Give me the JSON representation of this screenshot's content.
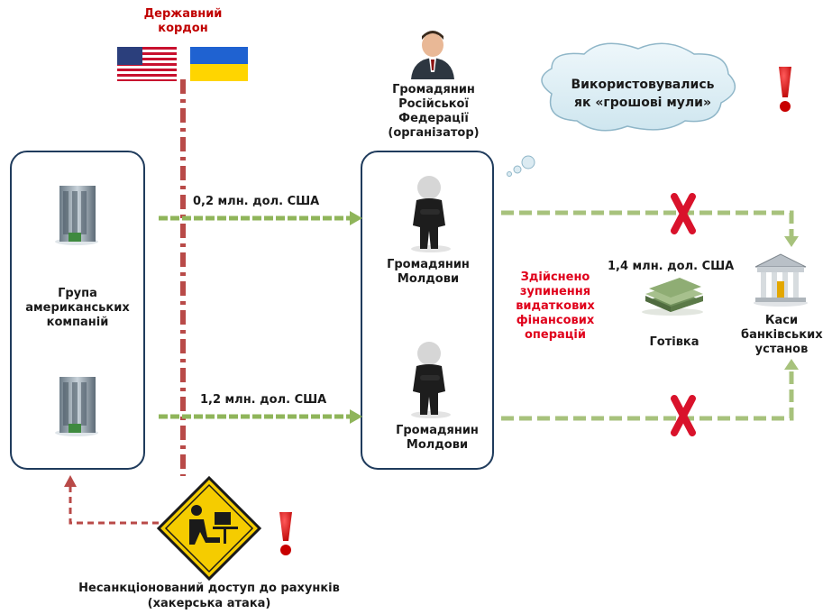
{
  "border": {
    "label": "Державний кордон"
  },
  "organizer": {
    "label": "Громадянин Російської Федерації (організатор)"
  },
  "cloud": {
    "text": "Використовувались як «грошові мули»"
  },
  "companies": {
    "label": "Група американських компаній"
  },
  "transfers": {
    "top_amount": "0,2 млн. дол. США",
    "bottom_amount": "1,2 млн. дол. США"
  },
  "mules": {
    "top_label": "Громадянин Молдови",
    "bottom_label": "Громадянин Молдови"
  },
  "stopped": {
    "text": "Здійснено зупинення видаткових фінансових операцій"
  },
  "cash": {
    "amount": "1,4 млн. дол. США",
    "label": "Готівка"
  },
  "banks": {
    "label": "Каси банківських установ"
  },
  "hack": {
    "text": "Несанкціонований доступ до рахунків (хакерська атака)"
  },
  "colors": {
    "arrow_green": "#8fb55a",
    "border_red": "#b94a48",
    "x_red": "#d9122b",
    "box_border": "#1f3b5c",
    "alert_red": "#e0001b",
    "sign_yellow": "#f5cc00"
  },
  "icons": [
    "flag-usa-icon",
    "flag-ukraine-icon",
    "organizer-person-icon",
    "company-building-icon",
    "mule-person-icon",
    "cash-stack-icon",
    "bank-icon",
    "hacker-warning-sign-icon",
    "exclamation-icon",
    "blocked-x-icon"
  ]
}
